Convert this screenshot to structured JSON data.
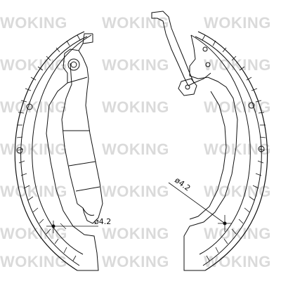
{
  "watermark": {
    "text": "WOKING",
    "color": "#bdbdbd",
    "rows": 7,
    "cols": 3
  },
  "drawing": {
    "line_color": "#111111",
    "dimension_left": "ø4.2",
    "dimension_right": "ø4.2"
  }
}
